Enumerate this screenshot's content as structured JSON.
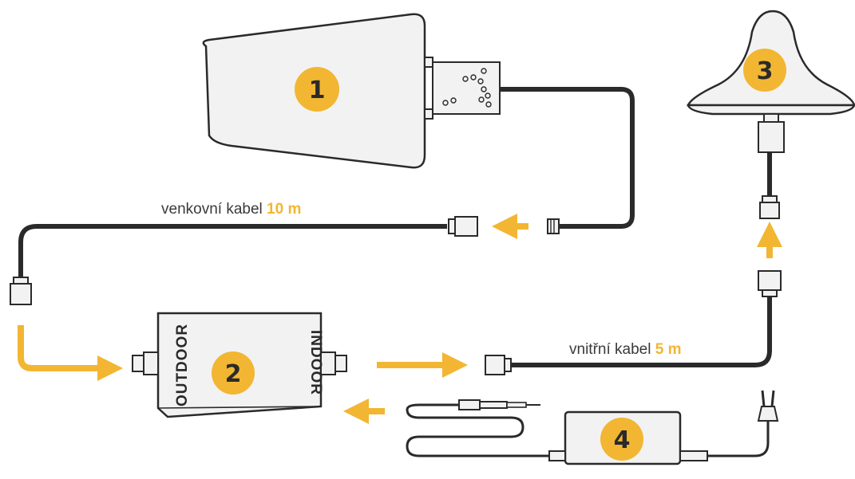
{
  "colors": {
    "accent": "#f2b632",
    "outline": "#2a2a2a",
    "cable": "#2a2a2a",
    "device_fill": "#f2f2f2"
  },
  "badges": {
    "antenna_outdoor": "1",
    "amplifier": "2",
    "antenna_indoor": "3",
    "power_adapter": "4"
  },
  "cables": {
    "outdoor": {
      "text": "venkovní kabel",
      "length": "10 m"
    },
    "indoor": {
      "text": "vnitřní kabel",
      "length": "5 m"
    }
  },
  "amplifier_ports": {
    "left": "OUTDOOR",
    "right": "INDOOR"
  }
}
